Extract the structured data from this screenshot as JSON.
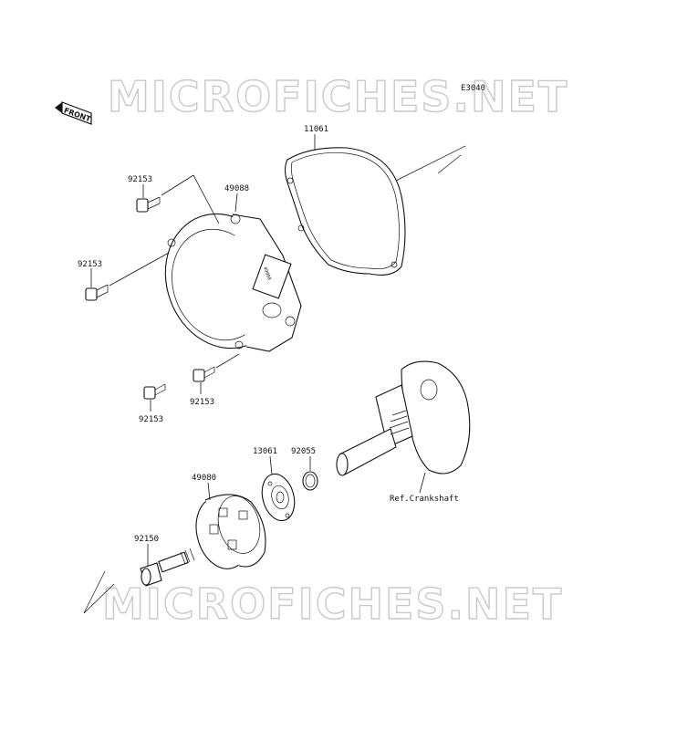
{
  "watermark": "MICROFICHES.NET",
  "diagram_code": "E3040",
  "front_label": "FRONT",
  "parts": {
    "gasket": "11061",
    "cover": "49088",
    "bolt_a": "92153",
    "bolt_b": "92153",
    "bolt_c": "92153",
    "bolt_d": "92153",
    "hub": "13061",
    "oring": "92055",
    "cup": "49080",
    "bolt_main": "92150"
  },
  "ref_label": "Ref.Crankshaft"
}
